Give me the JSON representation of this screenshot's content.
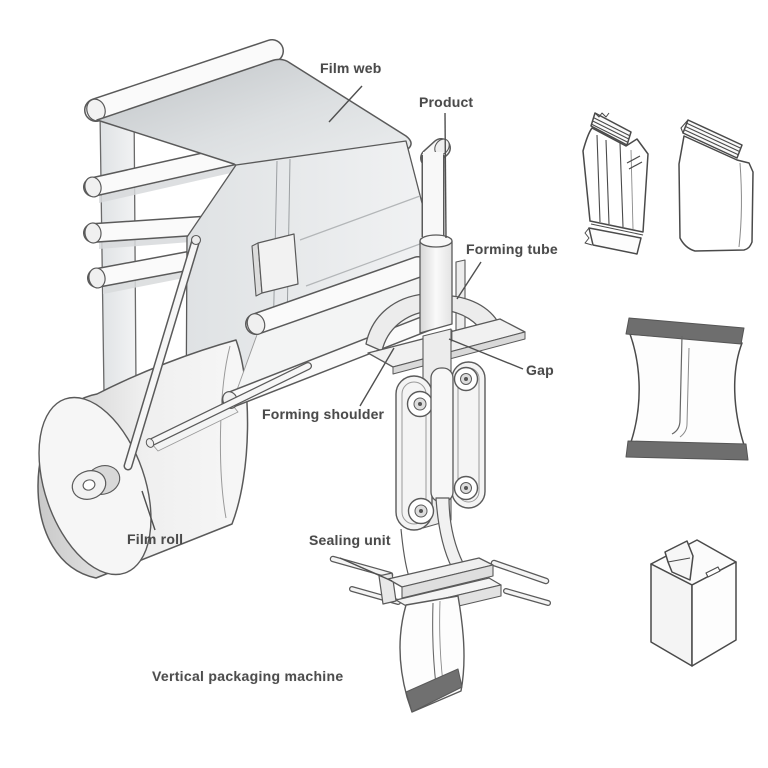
{
  "caption": "Vertical packaging machine",
  "labels": {
    "film_web": "Film web",
    "product": "Product",
    "forming_tube": "Forming tube",
    "gap": "Gap",
    "forming_shoulder": "Forming shoulder",
    "film_roll": "Film roll",
    "sealing_unit": "Sealing unit"
  },
  "package_icons": [
    {
      "name": "gusseted-bag-icon"
    },
    {
      "name": "block-bottom-bag-icon"
    },
    {
      "name": "pillow-pouch-icon"
    },
    {
      "name": "brick-carton-icon"
    }
  ],
  "colors": {
    "background": "#ffffff",
    "line": "#5a5a5a",
    "label_text": "#4a4a4a",
    "seal_dark": "#6e6e6e",
    "film_gray": "#c6c9cc"
  }
}
